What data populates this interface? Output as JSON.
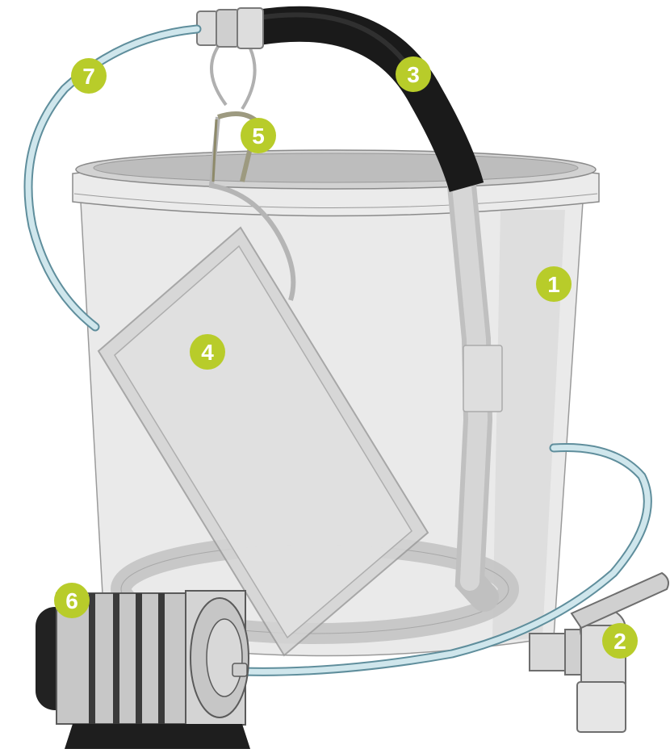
{
  "diagram": {
    "colors": {
      "badge_fill": "#b8cc2a",
      "badge_text": "#ffffff",
      "bucket_fill": "#dcdcdc",
      "bucket_outline": "#8a8a8a",
      "black_hose": "#1a1a1a",
      "airline_fill": "#cfe6ec",
      "airline_outline": "#6e9aa8",
      "grey_part": "#c8c8c8",
      "pump_black": "#222222"
    },
    "callouts": [
      {
        "number": "1",
        "part": "bucket"
      },
      {
        "number": "2",
        "part": "spigot"
      },
      {
        "number": "3",
        "part": "black-hose"
      },
      {
        "number": "4",
        "part": "filter-plate"
      },
      {
        "number": "5",
        "part": "hanger-clip"
      },
      {
        "number": "6",
        "part": "air-pump"
      },
      {
        "number": "7",
        "part": "air-line"
      }
    ]
  }
}
